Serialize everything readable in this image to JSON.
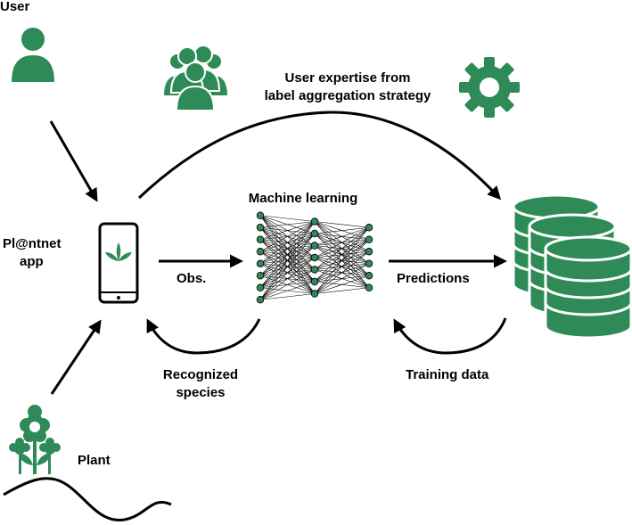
{
  "labels": {
    "user": "User",
    "expertise_line1": "User  expertise from",
    "expertise_line2": "label aggregation strategy",
    "app_line1": "Pl@ntnet",
    "app_line2": "app",
    "machine_learning": "Machine learning",
    "obs": "Obs.",
    "predictions": "Predictions",
    "recognized_line1": "Recognized",
    "recognized_line2": "species",
    "training_data": "Training data",
    "plant": "Plant"
  },
  "colors": {
    "accent": "#2e8b57",
    "stroke": "#000000"
  },
  "icons": [
    "user-icon",
    "users-group-icon",
    "gear-icon",
    "smartphone-icon",
    "leaf-icon",
    "neural-network-icon",
    "database-icon",
    "plant-icon"
  ],
  "network": {
    "layers": [
      8,
      7,
      6
    ]
  }
}
